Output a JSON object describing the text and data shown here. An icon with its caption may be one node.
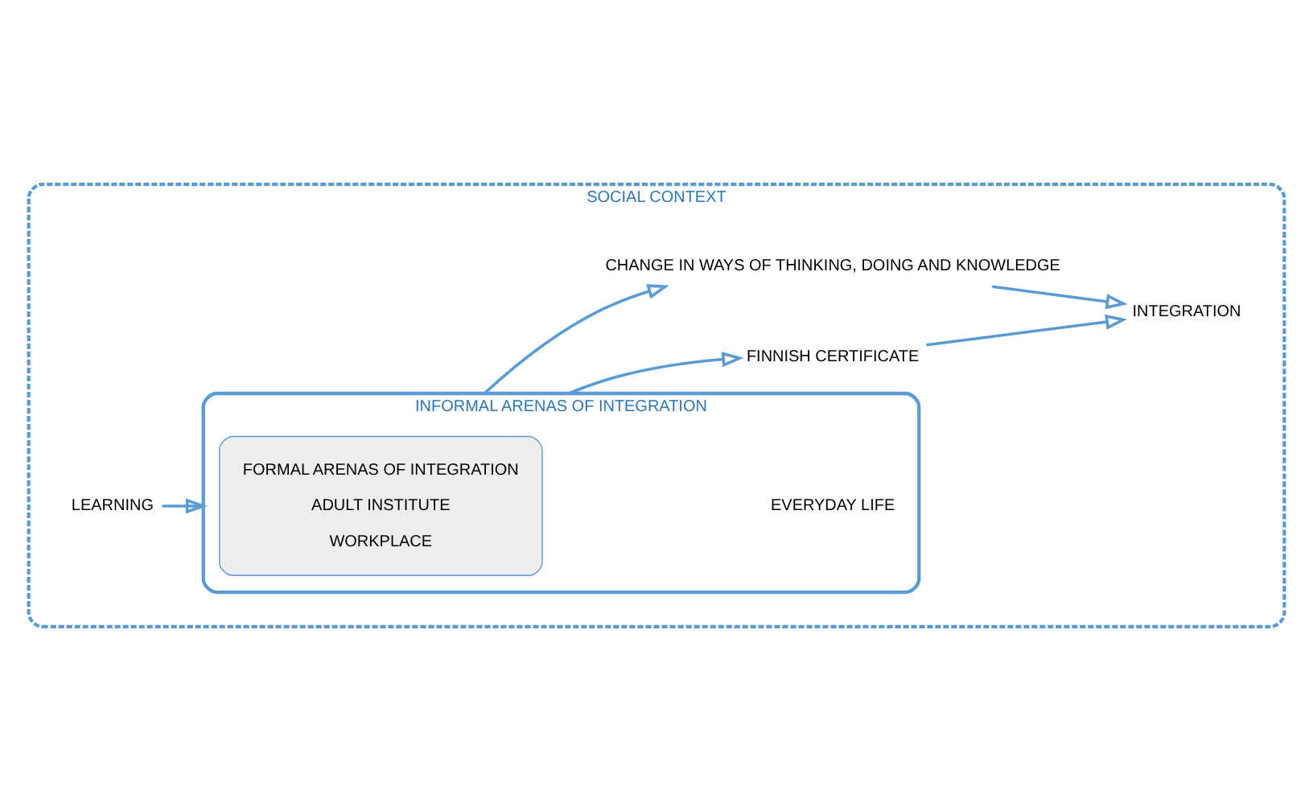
{
  "diagram": {
    "nodes": [
      {
        "text": [
          "SOCIAL CONTEXT"
        ]
      },
      {
        "text": [
          "LEARNING"
        ],
        "in": 0
      },
      {
        "text": [
          "INFORMAL ARENAS OF INTEGRATION",
          "EVERYDAY LIFE"
        ],
        "in": 0
      },
      {
        "text": [
          "FORMAL ARENAS OF INTEGRATION",
          "ADULT INSTITUTE",
          "WORKPLACE"
        ],
        "in": 2
      },
      {
        "text": [
          "FINNISH CERTIFICATE"
        ],
        "in": 0
      },
      {
        "text": [
          "CHANGE IN WAYS OF THINKING, DOING AND KNOWLEDGE"
        ],
        "in": 0
      },
      {
        "text": [
          "INTEGRATION"
        ],
        "in": 0
      }
    ],
    "edges": [
      {
        "from": 1,
        "to": 2,
        "arrow": "to"
      },
      {
        "from": 2,
        "to": 4,
        "arrow": "to"
      },
      {
        "from": 2,
        "to": 5,
        "arrow": "to"
      },
      {
        "from": 4,
        "to": 6,
        "arrow": "to"
      },
      {
        "from": 5,
        "to": 6,
        "arrow": "to"
      }
    ]
  }
}
